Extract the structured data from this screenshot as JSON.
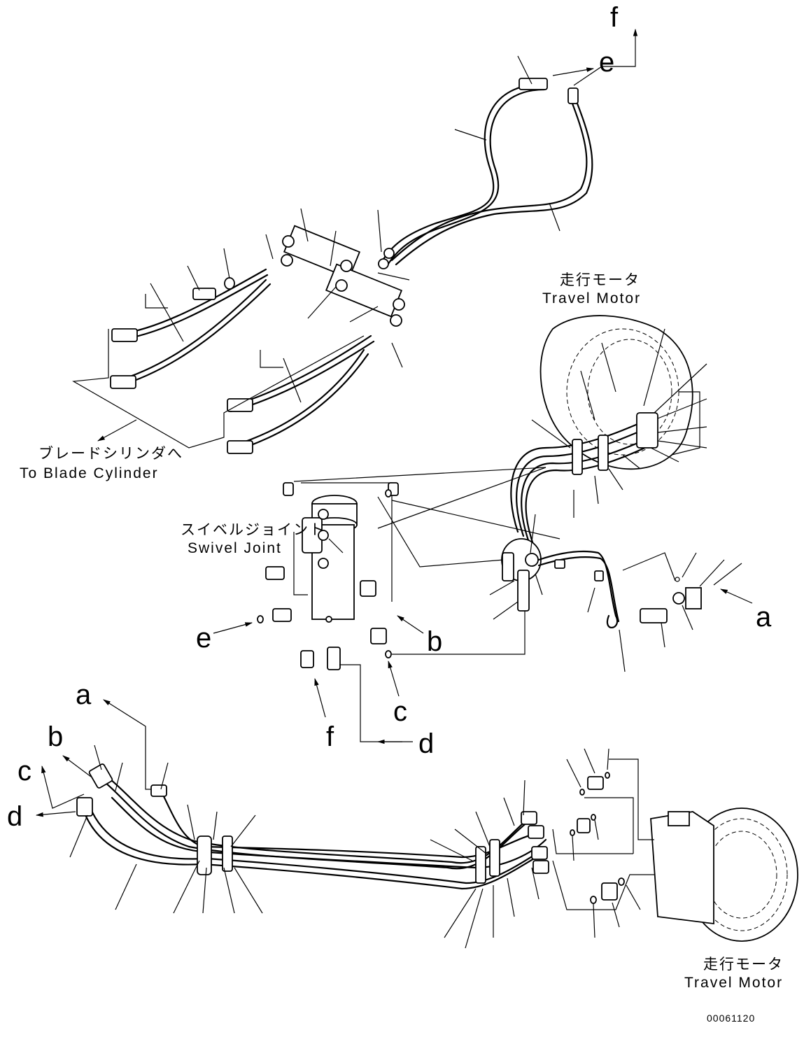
{
  "drawing": {
    "code": "00061120",
    "labels": {
      "blade_cylinder_jp": "ブレードシリンダへ",
      "blade_cylinder_en": "To Blade Cylinder",
      "swivel_joint_jp": "スイベルジョイント",
      "swivel_joint_en": "Swivel Joint",
      "travel_motor_top_jp": "走行モータ",
      "travel_motor_top_en": "Travel Motor",
      "travel_motor_bottom_jp": "走行モータ",
      "travel_motor_bottom_en": "Travel Motor"
    },
    "connection_letters": {
      "top_f": "f",
      "top_e": "e",
      "swivel_e": "e",
      "swivel_b": "b",
      "swivel_c": "c",
      "swivel_f": "f",
      "swivel_d": "d",
      "right_a": "a",
      "lower_a": "a",
      "lower_b": "b",
      "lower_c": "c",
      "lower_d": "d"
    }
  }
}
